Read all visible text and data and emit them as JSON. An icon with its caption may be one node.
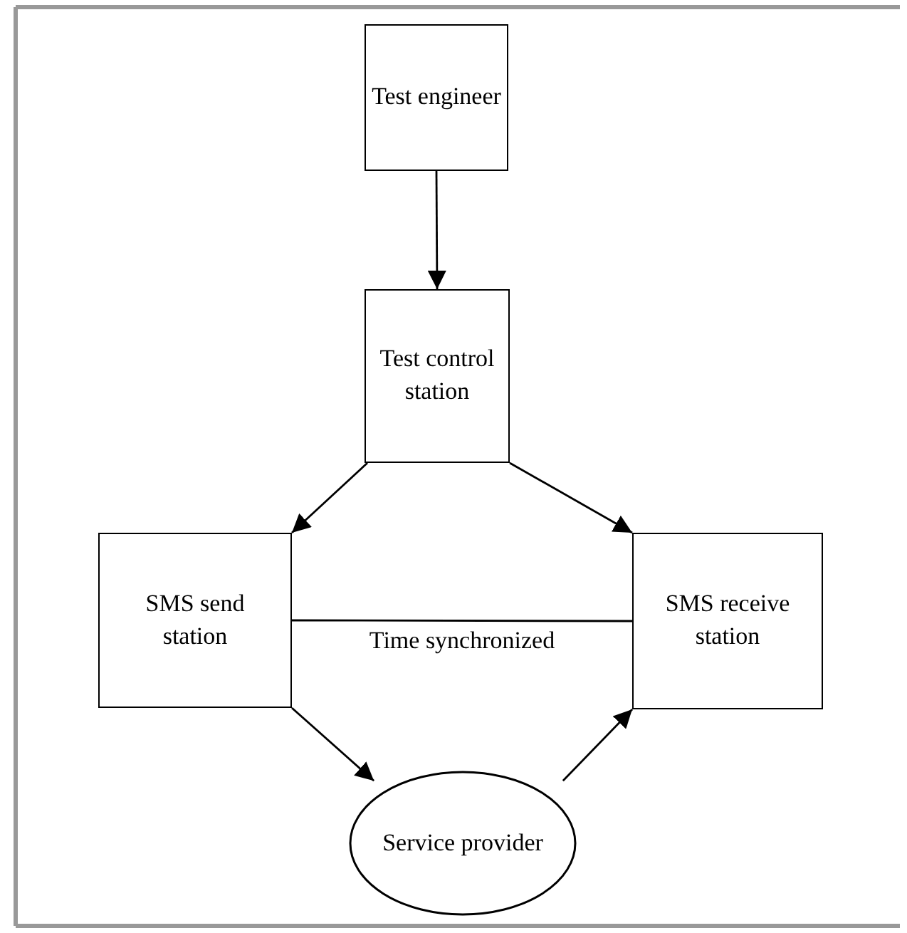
{
  "diagram": {
    "nodes": [
      {
        "text": [
          "Test engineer"
        ]
      },
      {
        "text": [
          "Test control station"
        ]
      },
      {
        "text": [
          "SMS send station"
        ]
      },
      {
        "text": [
          "SMS receive station"
        ]
      },
      {
        "text": [
          "Service provider"
        ]
      }
    ],
    "edges": [
      {
        "from": 0,
        "to": 1,
        "arrow": "to"
      },
      {
        "from": 1,
        "to": 2,
        "arrow": "to"
      },
      {
        "from": 1,
        "to": 3,
        "arrow": "to"
      },
      {
        "from": 2,
        "to": 3,
        "arrow": "none",
        "label": "Time synchronized"
      },
      {
        "from": 2,
        "to": 4,
        "arrow": "to"
      },
      {
        "from": 4,
        "to": 3,
        "arrow": "to"
      }
    ]
  }
}
